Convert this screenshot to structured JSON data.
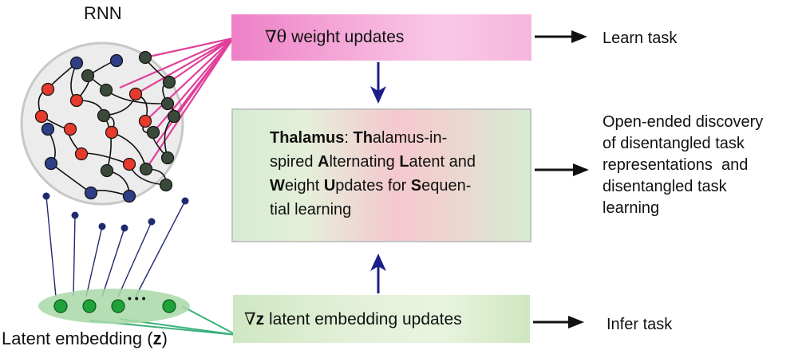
{
  "rnn_label": "RNN",
  "latent_label": {
    "prefix": "Latent embedding (",
    "symbol": "z",
    "suffix": ")"
  },
  "latent_dots_ellipsis": "• • •",
  "weight_box": {
    "symbol": "∇θ",
    "text": " weight updates"
  },
  "thalamus_box": {
    "lines": [
      [
        {
          "t": "Thalamus",
          "b": true
        },
        {
          "t": ": ",
          "b": false
        },
        {
          "t": "Th",
          "b": true
        },
        {
          "t": "alamus-in-",
          "b": false
        }
      ],
      [
        {
          "t": "spired ",
          "b": false
        },
        {
          "t": "A",
          "b": true
        },
        {
          "t": "lternating ",
          "b": false
        },
        {
          "t": "L",
          "b": true
        },
        {
          "t": "atent and",
          "b": false
        }
      ],
      [
        {
          "t": "W",
          "b": true
        },
        {
          "t": "eight ",
          "b": false
        },
        {
          "t": "U",
          "b": true
        },
        {
          "t": "pdates for ",
          "b": false
        },
        {
          "t": "S",
          "b": true
        },
        {
          "t": "equen-",
          "b": false
        }
      ],
      [
        {
          "t": "tial learning",
          "b": false
        }
      ]
    ]
  },
  "latent_box": {
    "symbol": "∇",
    "bold": "z",
    "text": " latent embedding updates"
  },
  "outcomes": {
    "learn": "Learn task",
    "discovery_lines": [
      "Open-ended discovery",
      "of disentangled task",
      "representations  and",
      "disentangled task",
      "learning"
    ],
    "infer": "Infer task"
  },
  "colors": {
    "pink_line": "#e0409a",
    "green_line": "#3ab07a",
    "navy": "#1f2a6e",
    "arrow_blue": "#1c1f8a",
    "node_red": "#e53a2c",
    "node_blue": "#2f3e86",
    "node_dark": "#3a4a3a",
    "node_green": "#1fa23a",
    "latent_fill": "#a9d8a8"
  }
}
